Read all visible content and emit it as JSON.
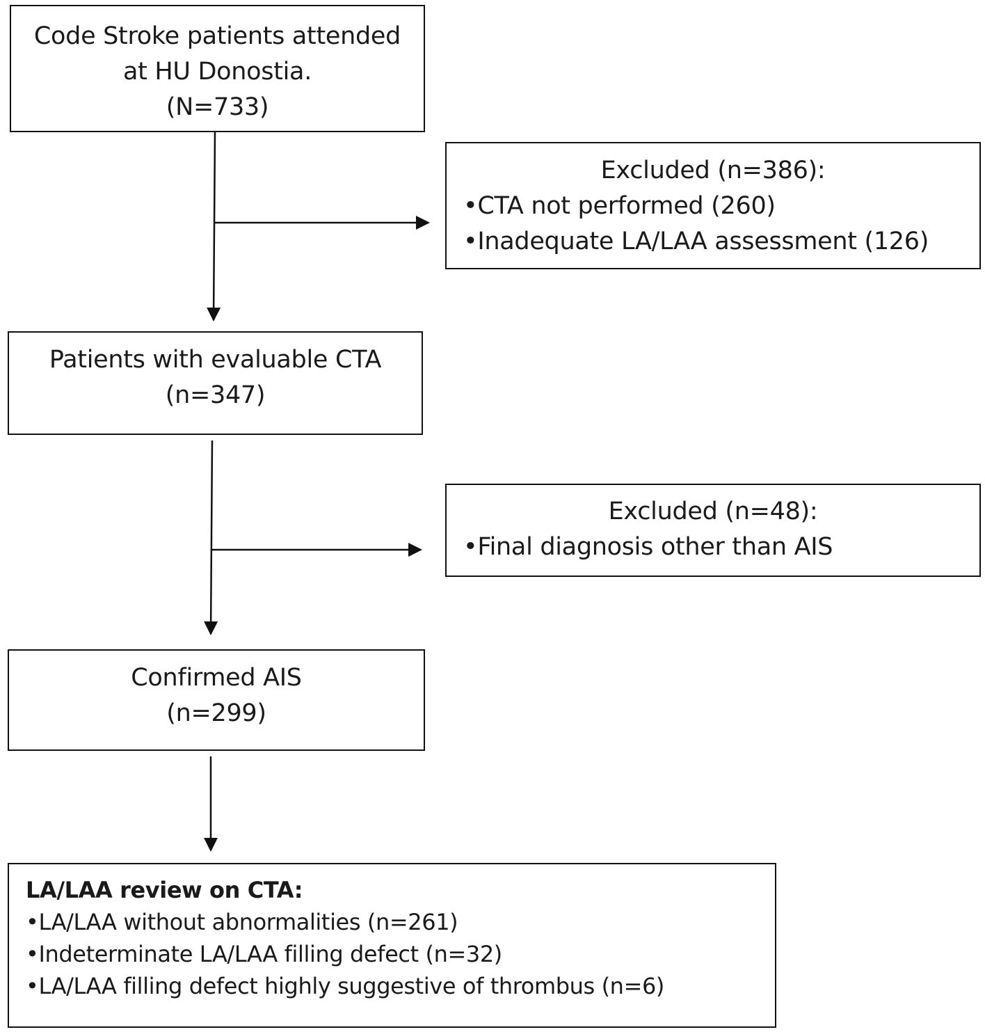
{
  "diagram": {
    "type": "flowchart",
    "start": {
      "lines": [
        "Code Stroke patients attended",
        "at HU Donostia.",
        "(N=733)"
      ]
    },
    "exclusion_1": {
      "title": "Excluded (n=386):",
      "items": [
        "•CTA not performed (260)",
        "•Inadequate LA/LAA assessment (126)"
      ]
    },
    "evaluable": {
      "lines": [
        "Patients with evaluable CTA",
        "(n=347)"
      ]
    },
    "exclusion_2": {
      "title": "Excluded (n=48):",
      "items": [
        "•Final diagnosis other than AIS"
      ]
    },
    "confirmed": {
      "lines": [
        "Confirmed AIS",
        "(n=299)"
      ]
    },
    "review": {
      "title": "LA/LAA review on CTA:",
      "items": [
        "•LA/LAA without abnormalities (n=261)",
        "•Indeterminate LA/LAA filling defect (n=32)",
        "•LA/LAA filling defect highly suggestive of thrombus (n=6)"
      ]
    },
    "line_color": "#111111"
  }
}
